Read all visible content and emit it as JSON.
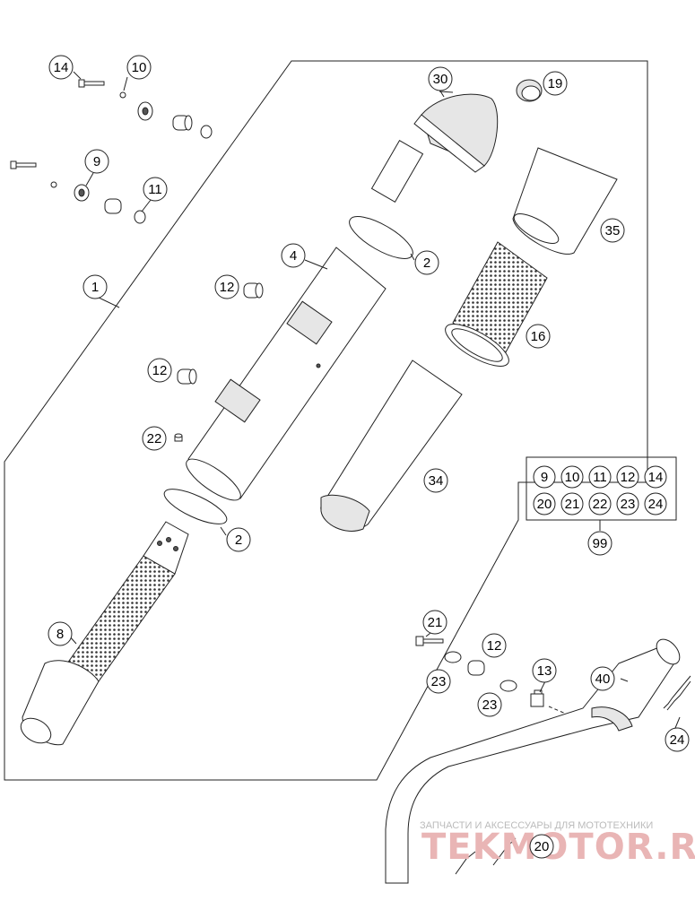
{
  "callouts": {
    "c1": "1",
    "c2a": "2",
    "c2b": "2",
    "c4": "4",
    "c8": "8",
    "c9": "9",
    "c10": "10",
    "c11": "11",
    "c12a": "12",
    "c12b": "12",
    "c12c": "12",
    "c13": "13",
    "c14": "14",
    "c16": "16",
    "c19": "19",
    "c20": "20",
    "c21": "21",
    "c22": "22",
    "c23a": "23",
    "c23b": "23",
    "c24": "24",
    "c30": "30",
    "c34": "34",
    "c35": "35",
    "c40": "40",
    "c99": "99"
  },
  "kit_box": {
    "row1": [
      "9",
      "10",
      "11",
      "12",
      "14"
    ],
    "row2": [
      "20",
      "21",
      "22",
      "23",
      "24"
    ]
  },
  "watermark": {
    "tagline": "ЗАПЧАСТИ И АКСЕССУАРЫ ДЛЯ МОТОТЕХНИКИ",
    "brand": "TEKMOTOR.RU"
  }
}
